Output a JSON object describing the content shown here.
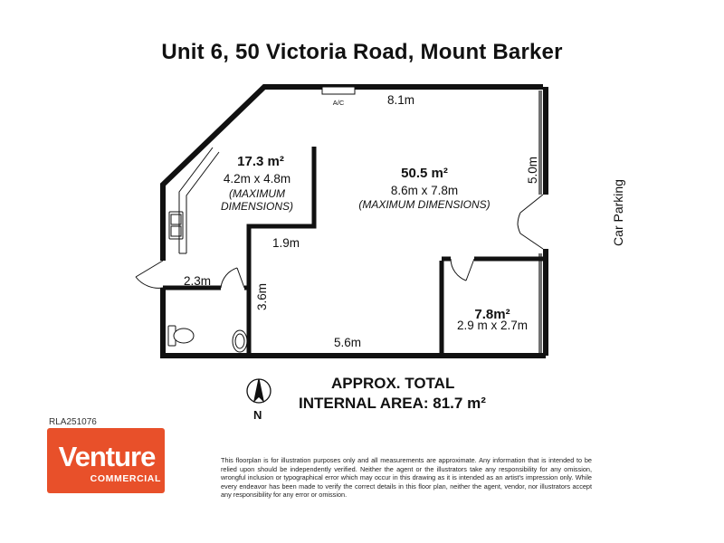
{
  "title": "Unit 6, 50 Victoria Road, Mount Barker",
  "rooms": {
    "main": {
      "area": "50.5 m²",
      "dims": "8.6m x 7.8m",
      "note": "(MAXIMUM DIMENSIONS)"
    },
    "left": {
      "area": "17.3 m²",
      "dims": "4.2m x 4.8m",
      "note_line1": "(MAXIMUM",
      "note_line2": "DIMENSIONS)"
    },
    "small": {
      "area": "7.8m²",
      "dims": "2.9 m x 2.7m"
    }
  },
  "measurements": {
    "top": "8.1m",
    "right": "5.0m",
    "inner_left": "1.9m",
    "toilet_width": "2.3m",
    "toilet_height": "3.6m",
    "bottom": "5.6m"
  },
  "fixtures": {
    "ac": "A/C"
  },
  "side_label": "Car Parking",
  "total": {
    "line1": "APPROX. TOTAL",
    "line2": "INTERNAL AREA: 81.7 m²"
  },
  "compass": {
    "north": "N"
  },
  "reference": "RLA251076",
  "logo": {
    "brand": "Venture",
    "sub": "COMMERCIAL",
    "color": "#e8502a"
  },
  "disclaimer": "This floorplan is for illustration purposes only and all measurements are approximate. Any information that is intended to be relied upon should be independently verified. Neither the agent or the illustrators take any responsibility for any omission, wrongful inclusion or typographical error which may occur in this drawing as it is intended as an artist's impression only. While every endeavor has been made to verify the correct details in this floor plan, neither the agent, vendor, nor illustrators accept any responsibility for any error or omission."
}
